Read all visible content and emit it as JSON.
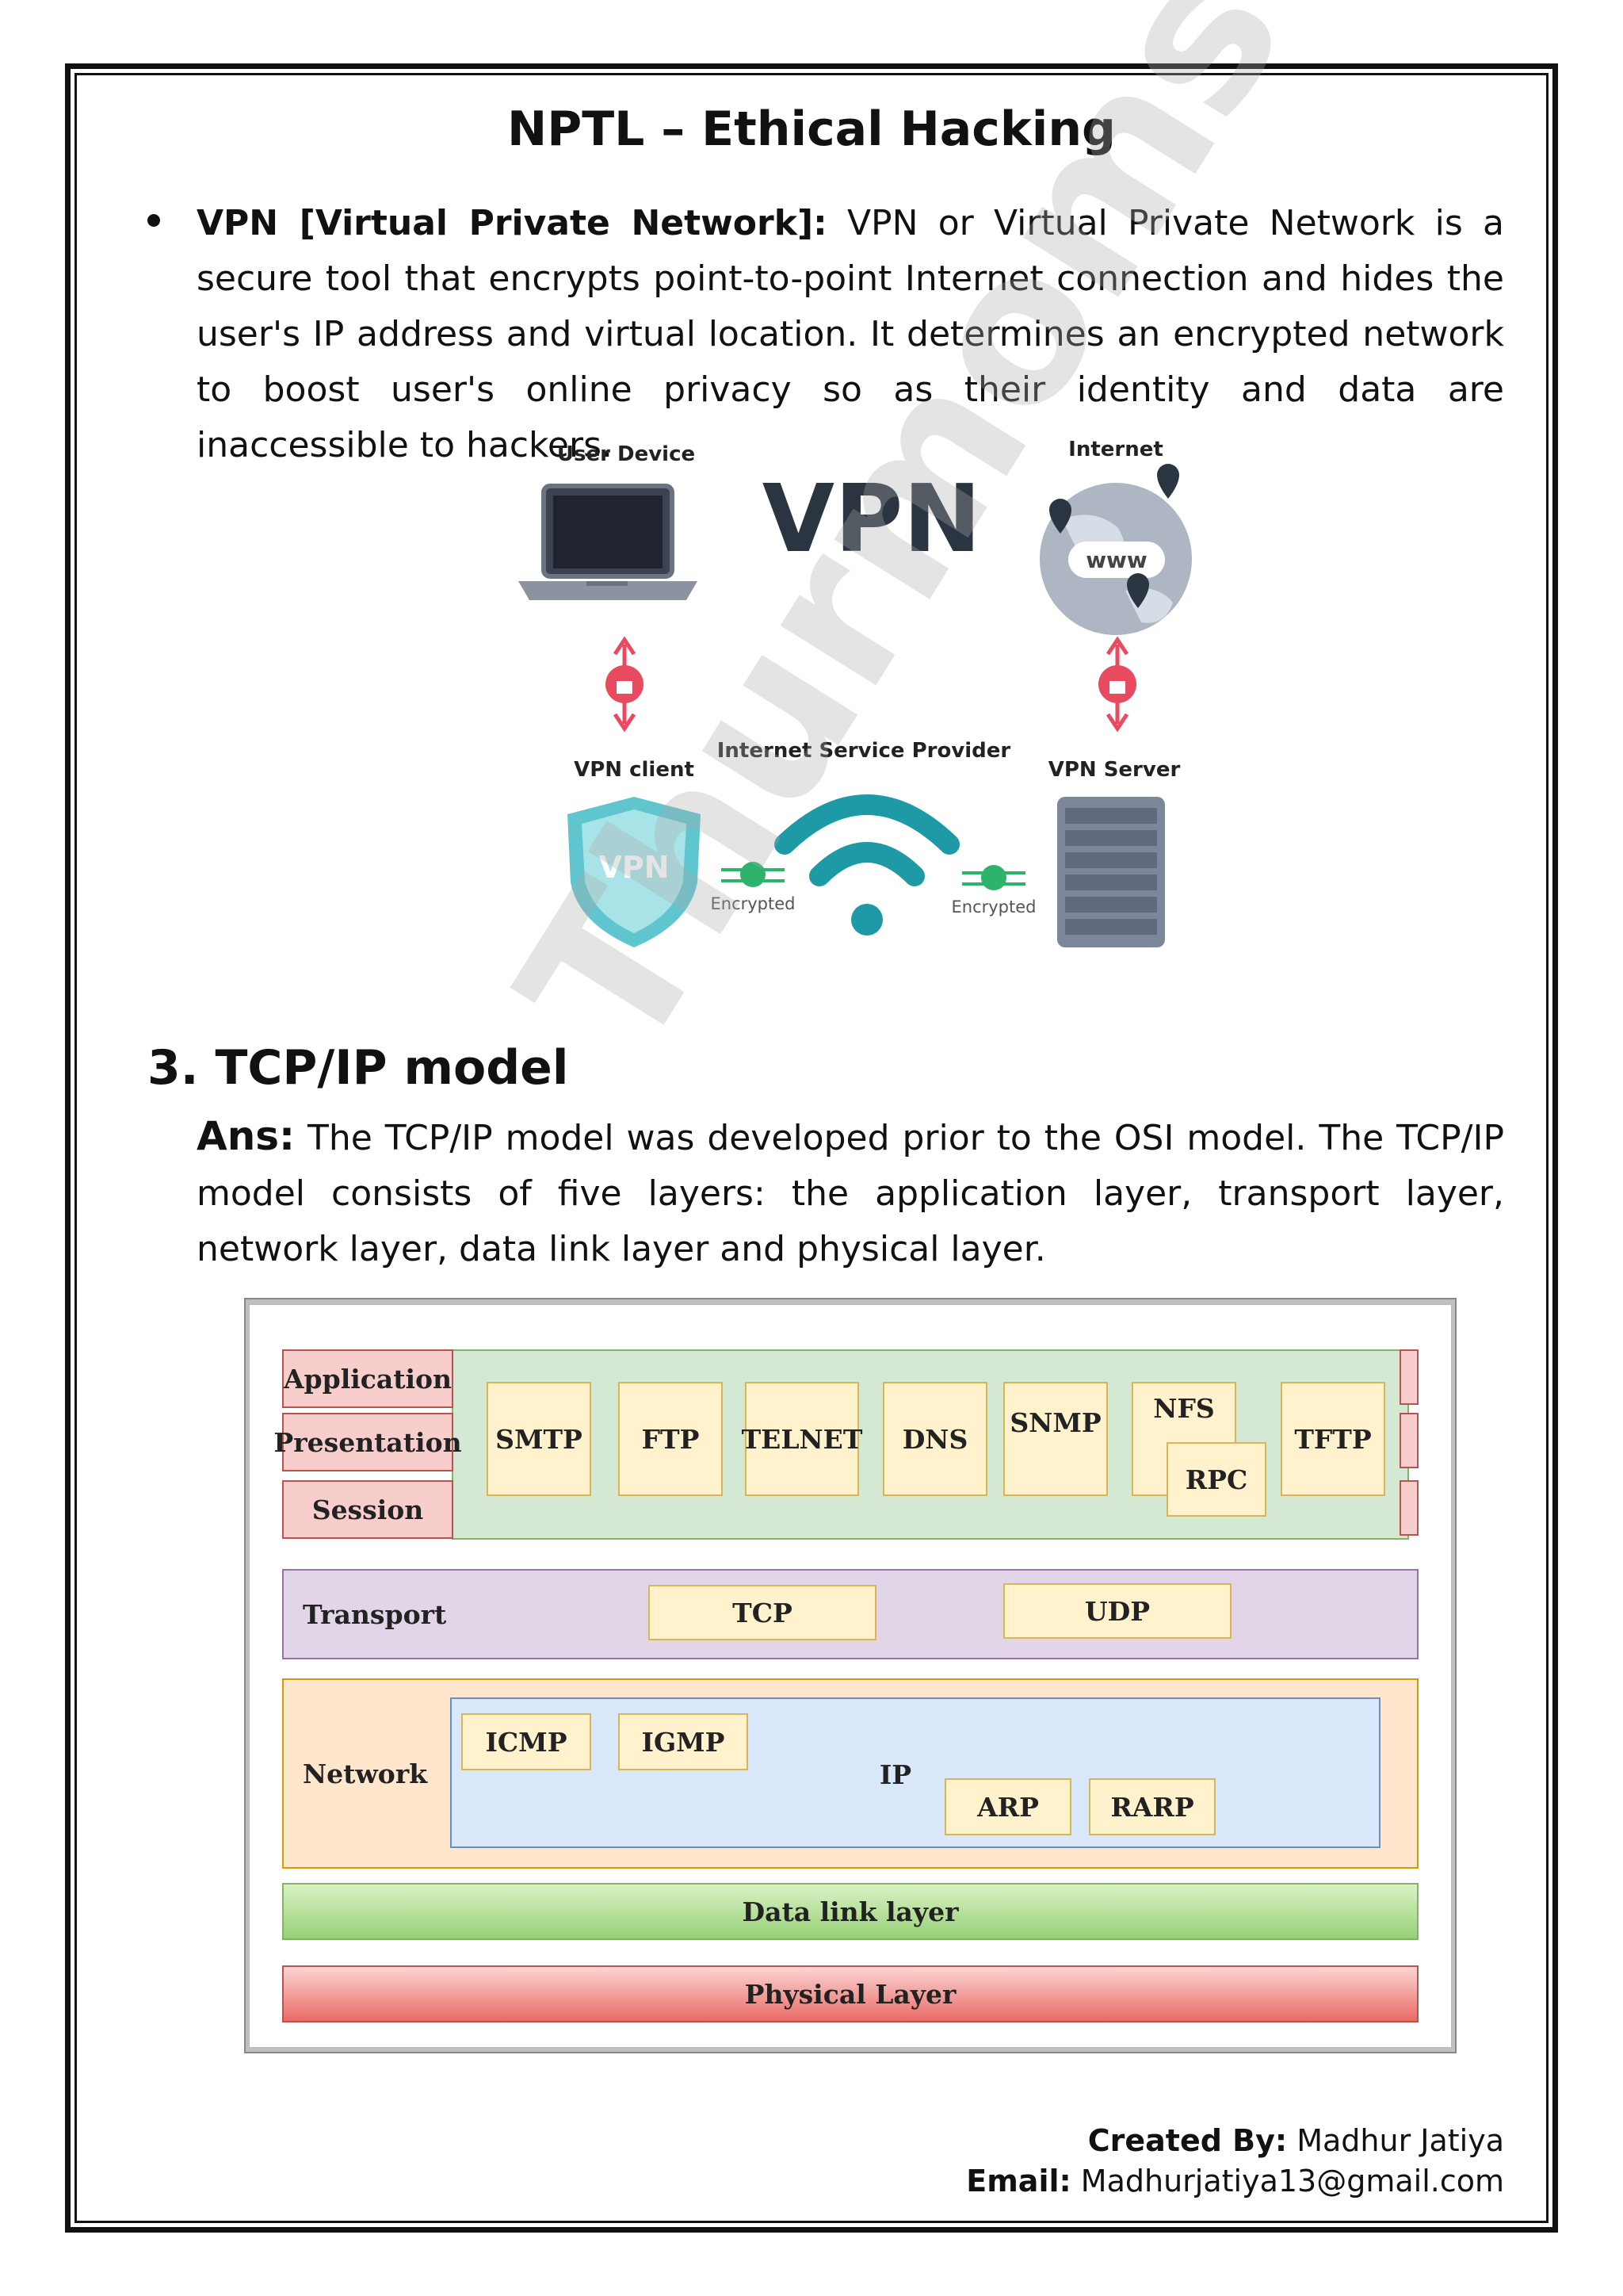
{
  "title": "NPTL – Ethical Hacking",
  "vpn_section": {
    "term": "VPN [Virtual Private Network]:",
    "text": "VPN or Virtual Private Network is a secure tool that encrypts point-to-point Internet connection and hides the user's IP address and virtual location. It determines an encrypted network to boost user's online privacy so as their identity and data are inaccessible to hackers."
  },
  "vpn_diagram": {
    "heading": "VPN",
    "user_device": "User Device",
    "internet": "Internet",
    "www": "www",
    "vpn_client": "VPN client",
    "isp": "Internet Service Provider",
    "vpn_server": "VPN Server",
    "encrypted": "Encrypted",
    "shield_text": "VPN"
  },
  "watermark": "Thurmoms",
  "tcp_section": {
    "number": "3.",
    "heading": "TCP/IP model",
    "ans_label": "Ans:",
    "text": "The TCP/IP model was developed prior to the OSI model. The TCP/IP model consists of five layers: the application layer, transport layer, network layer, data link layer and physical layer."
  },
  "tcp_diagram": {
    "layers": {
      "application": "Application",
      "presentation": "Presentation",
      "session": "Session",
      "transport": "Transport",
      "network": "Network",
      "datalink": "Data link layer",
      "physical": "Physical Layer"
    },
    "app_protocols": [
      "SMTP",
      "FTP",
      "TELNET",
      "DNS",
      "SNMP",
      "NFS",
      "TFTP"
    ],
    "rpc": "RPC",
    "transport_protocols": [
      "TCP",
      "UDP"
    ],
    "network_protocols": {
      "icmp": "ICMP",
      "igmp": "IGMP",
      "ip": "IP",
      "arp": "ARP",
      "rarp": "RARP"
    }
  },
  "footer": {
    "created_label": "Created By:",
    "created_name": "Madhur Jatiya",
    "email_label": "Email:",
    "email": "Madhurjatiya13@gmail.com"
  }
}
